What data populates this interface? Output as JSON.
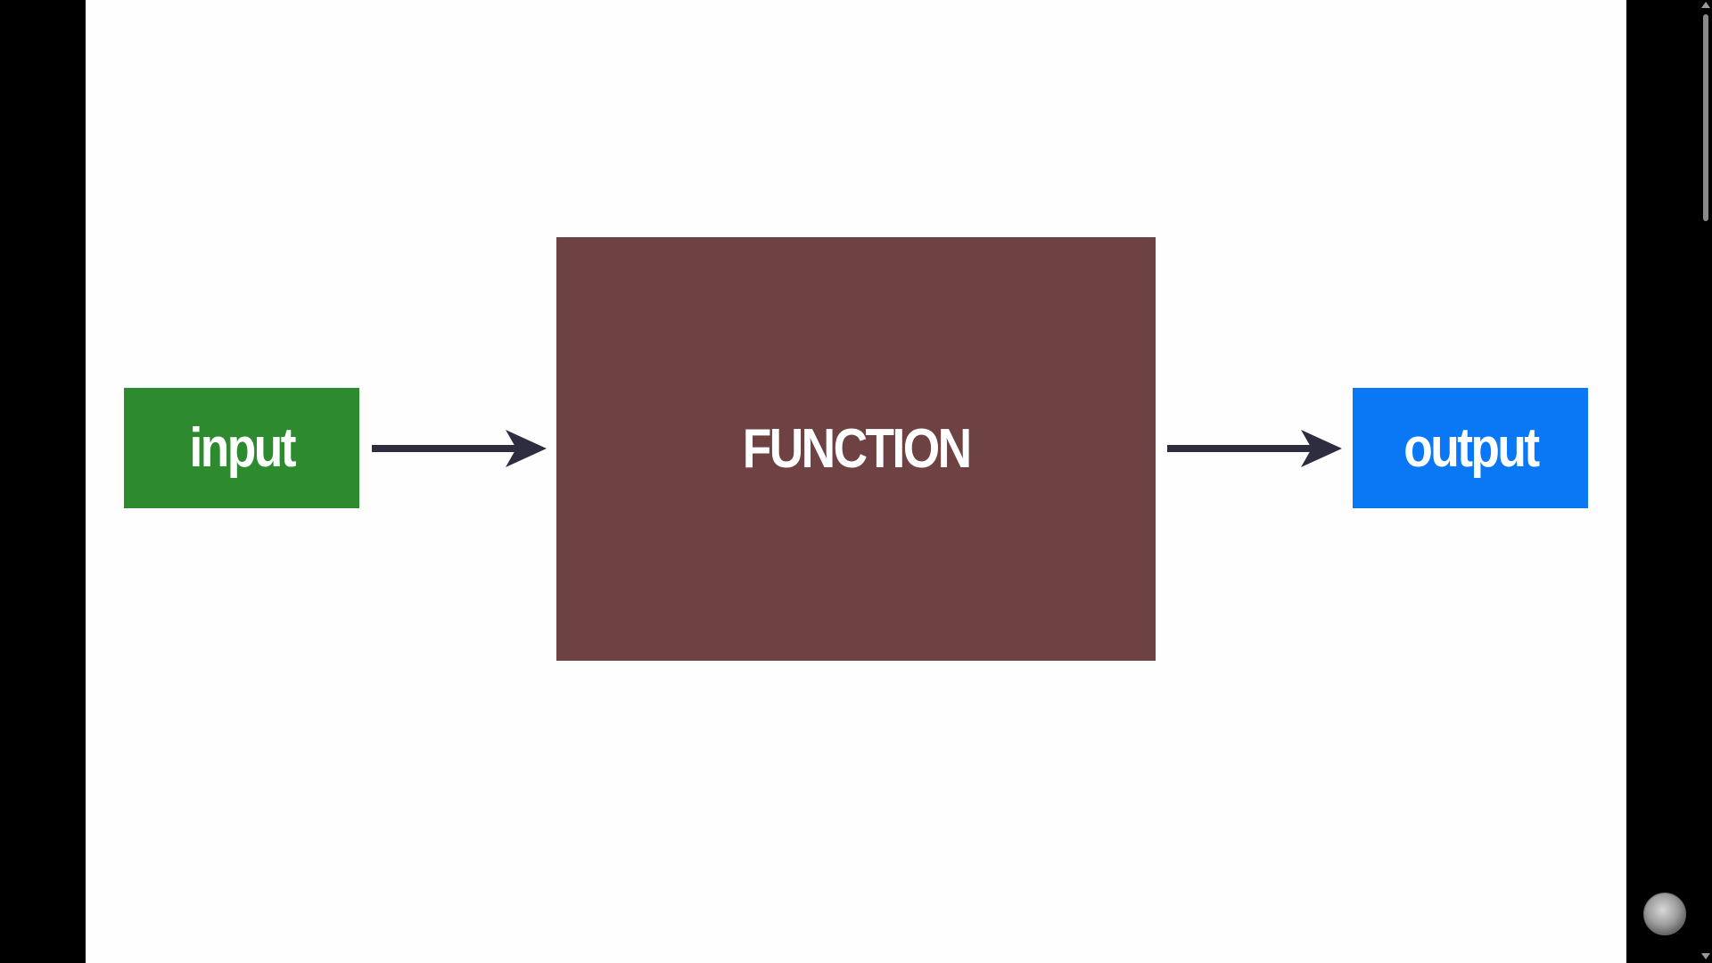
{
  "diagram": {
    "input_label": "input",
    "function_label": "FUNCTION",
    "output_label": "output"
  },
  "colors": {
    "input_box": "#2d8a2f",
    "function_box": "#6e4242",
    "output_box": "#0a78f5",
    "arrow": "#2e2d3f",
    "background": "#fefefe"
  },
  "icons": {
    "arrow": "arrow-right-icon",
    "avatar": "user-avatar-icon"
  }
}
